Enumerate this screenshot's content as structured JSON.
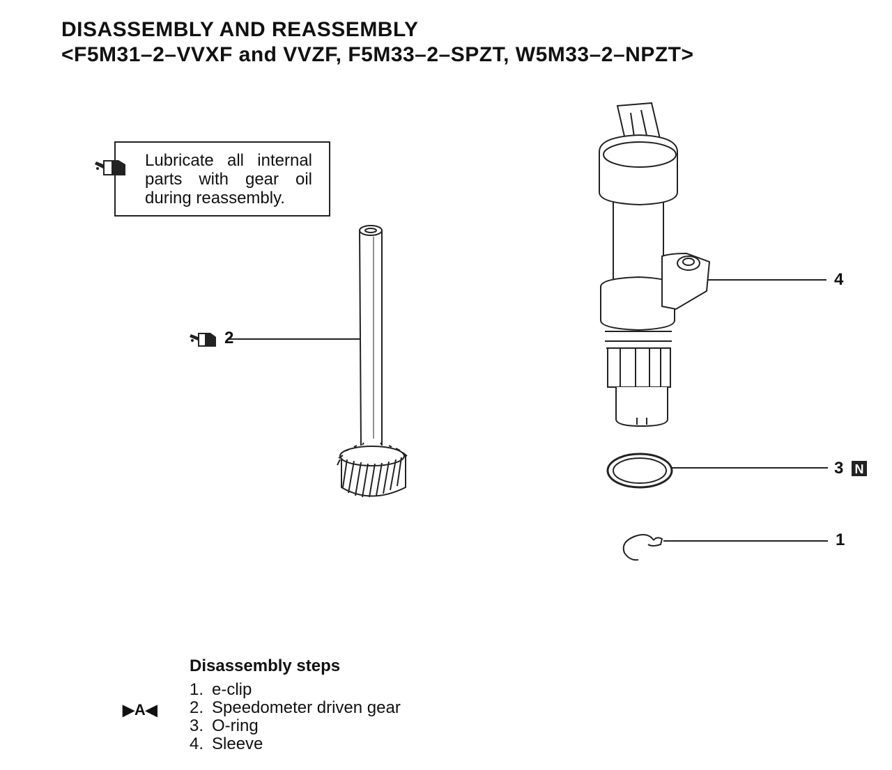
{
  "header": {
    "title_line1": "DISASSEMBLY AND REASSEMBLY",
    "title_line2": "<F5M31–2–VVXF and VVZF, F5M33–2–SPZT, W5M33–2–NPZT>"
  },
  "note": {
    "icon": "oil-can-icon",
    "text": "Lubricate all internal parts with gear oil during reassembly."
  },
  "callouts": {
    "gear": "2",
    "sleeve": "4",
    "o_ring": "3",
    "e_clip": "1",
    "o_ring_badge": "N"
  },
  "steps": {
    "title": "Disassembly steps",
    "marker": "▶A◀",
    "items": [
      {
        "num": "1.",
        "label": "e-clip"
      },
      {
        "num": "2.",
        "label": "Speedometer driven gear"
      },
      {
        "num": "3.",
        "label": "O-ring"
      },
      {
        "num": "4.",
        "label": "Sleeve"
      }
    ]
  }
}
